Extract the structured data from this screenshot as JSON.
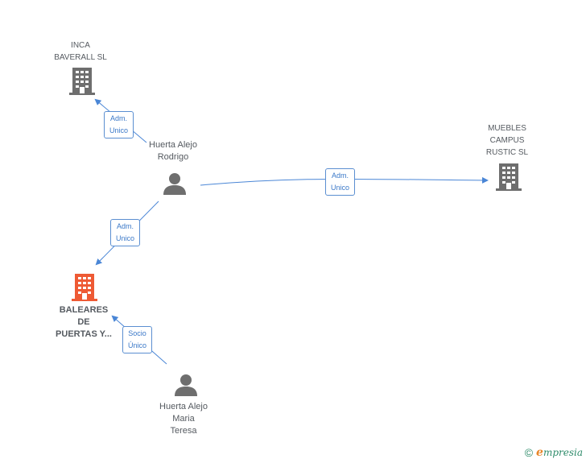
{
  "nodes": {
    "inca": {
      "lines": [
        "INCA",
        "BAVERALL SL"
      ]
    },
    "muebles": {
      "lines": [
        "MUEBLES",
        "CAMPUS",
        "RUSTIC SL"
      ]
    },
    "baleares": {
      "lines": [
        "BALEARES",
        "DE",
        "PUERTAS Y..."
      ]
    },
    "rodrigo": {
      "lines": [
        "Huerta Alejo",
        "Rodrigo"
      ]
    },
    "maria": {
      "lines": [
        "Huerta Alejo",
        "Maria",
        "Teresa"
      ]
    }
  },
  "edges": {
    "rodrigo_inca": {
      "lines": [
        "Adm.",
        "Unico"
      ]
    },
    "rodrigo_muebles": {
      "lines": [
        "Adm.",
        "Unico"
      ]
    },
    "rodrigo_baleares": {
      "lines": [
        "Adm.",
        "Unico"
      ]
    },
    "maria_baleares": {
      "lines": [
        "Socio",
        "Único"
      ]
    }
  },
  "colors": {
    "company": "#6e6e6e",
    "focus_company": "#ee5a34",
    "person": "#6e6e6e",
    "edge": "#4a86d6"
  },
  "brand": {
    "copyright": "©",
    "initial": "e",
    "rest": "mpresia"
  }
}
